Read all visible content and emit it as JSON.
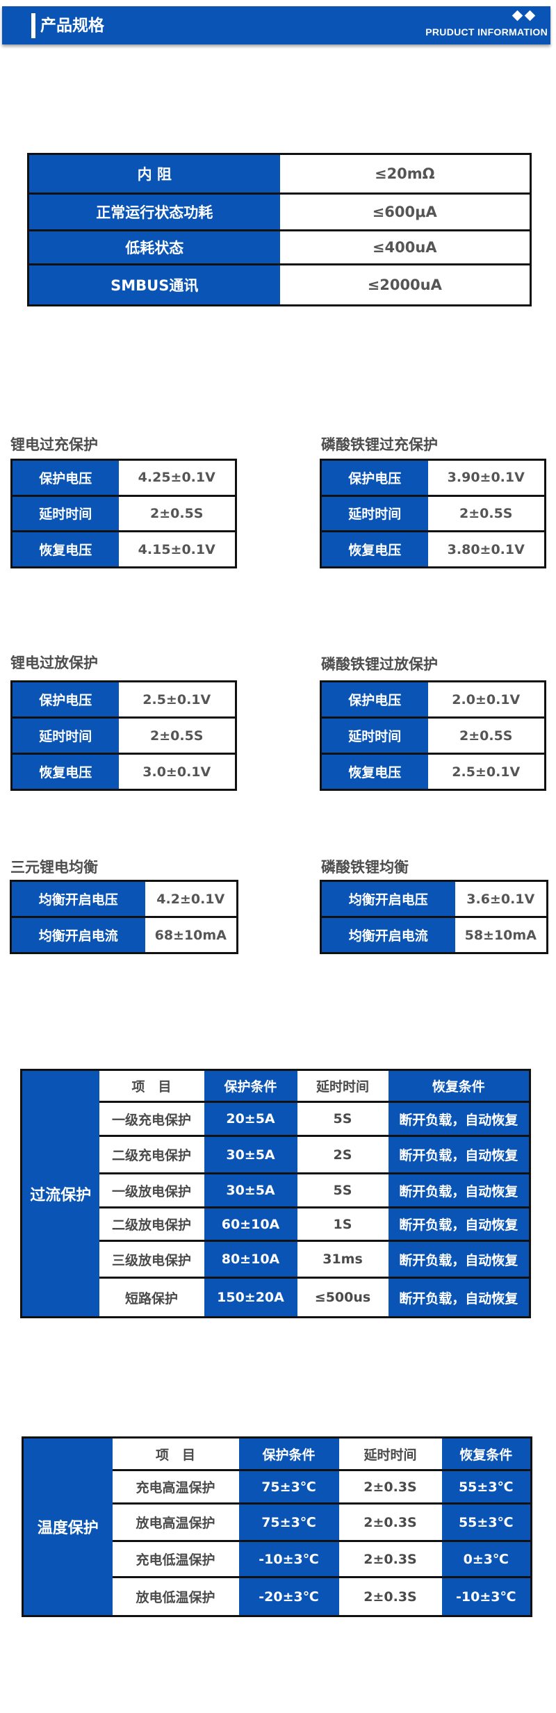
{
  "header": {
    "title": "产品规格",
    "subtitle": "PRUDUCT INFORMATION",
    "icon": "diamond-pair-icon",
    "colors": {
      "brand_blue": "#0954b5",
      "text_gray": "#555555",
      "border": "#111111"
    }
  },
  "spec_table": {
    "rows": [
      {
        "label": "内 阻",
        "value": "≤20mΩ"
      },
      {
        "label": "正常运行状态功耗",
        "value": "≤600μA"
      },
      {
        "label": "低耗状态",
        "value": "≤400uA"
      },
      {
        "label": "SMBUS通讯",
        "value": "≤2000uA"
      }
    ]
  },
  "li_overcharge": {
    "title": "锂电过充保护",
    "rows": [
      {
        "label": "保护电压",
        "value": "4.25±0.1V"
      },
      {
        "label": "延时时间",
        "value": "2±0.5S"
      },
      {
        "label": "恢复电压",
        "value": "4.15±0.1V"
      }
    ]
  },
  "lfp_overcharge": {
    "title": "磷酸铁锂过充保护",
    "rows": [
      {
        "label": "保护电压",
        "value": "3.90±0.1V"
      },
      {
        "label": "延时时间",
        "value": "2±0.5S"
      },
      {
        "label": "恢复电压",
        "value": "3.80±0.1V"
      }
    ]
  },
  "li_overdischarge": {
    "title": "锂电过放保护",
    "rows": [
      {
        "label": "保护电压",
        "value": "2.5±0.1V"
      },
      {
        "label": "延时时间",
        "value": "2±0.5S"
      },
      {
        "label": "恢复电压",
        "value": "3.0±0.1V"
      }
    ]
  },
  "lfp_overdischarge": {
    "title": "磷酸铁锂过放保护",
    "rows": [
      {
        "label": "保护电压",
        "value": "2.0±0.1V"
      },
      {
        "label": "延时时间",
        "value": "2±0.5S"
      },
      {
        "label": "恢复电压",
        "value": "2.5±0.1V"
      }
    ]
  },
  "li_balance": {
    "title": "三元锂电均衡",
    "rows": [
      {
        "label": "均衡开启电压",
        "value": "4.2±0.1V"
      },
      {
        "label": "均衡开启电流",
        "value": "68±10mA"
      }
    ]
  },
  "lfp_balance": {
    "title": "磷酸铁锂均衡",
    "rows": [
      {
        "label": "均衡开启电压",
        "value": "3.6±0.1V"
      },
      {
        "label": "均衡开启电流",
        "value": "58±10mA"
      }
    ]
  },
  "overcurrent": {
    "group_label": "过流保护",
    "headers": {
      "item": "项　目",
      "condition": "保护条件",
      "delay": "延时时间",
      "recovery": "恢复条件"
    },
    "rows": [
      {
        "item": "一级充电保护",
        "condition": "20±5A",
        "delay": "5S",
        "recovery": "断开负载，自动恢复"
      },
      {
        "item": "二级充电保护",
        "condition": "30±5A",
        "delay": "2S",
        "recovery": "断开负载，自动恢复"
      },
      {
        "item": "一级放电保护",
        "condition": "30±5A",
        "delay": "5S",
        "recovery": "断开负载，自动恢复"
      },
      {
        "item": "二级放电保护",
        "condition": "60±10A",
        "delay": "1S",
        "recovery": "断开负载，自动恢复"
      },
      {
        "item": "三级放电保护",
        "condition": "80±10A",
        "delay": "31ms",
        "recovery": "断开负载，自动恢复"
      },
      {
        "item": "短路保护",
        "condition": "150±20A",
        "delay": "≤500us",
        "recovery": "断开负载，自动恢复"
      }
    ]
  },
  "temperature": {
    "group_label": "温度保护",
    "headers": {
      "item": "项　目",
      "condition": "保护条件",
      "delay": "延时时间",
      "recovery": "恢复条件"
    },
    "rows": [
      {
        "item": "充电高温保护",
        "condition": "75±3℃",
        "delay": "2±0.3S",
        "recovery": "55±3℃"
      },
      {
        "item": "放电高温保护",
        "condition": "75±3℃",
        "delay": "2±0.3S",
        "recovery": "55±3℃"
      },
      {
        "item": "充电低温保护",
        "condition": "-10±3℃",
        "delay": "2±0.3S",
        "recovery": "0±3℃"
      },
      {
        "item": "放电低温保护",
        "condition": "-20±3℃",
        "delay": "2±0.3S",
        "recovery": "-10±3℃"
      }
    ]
  }
}
